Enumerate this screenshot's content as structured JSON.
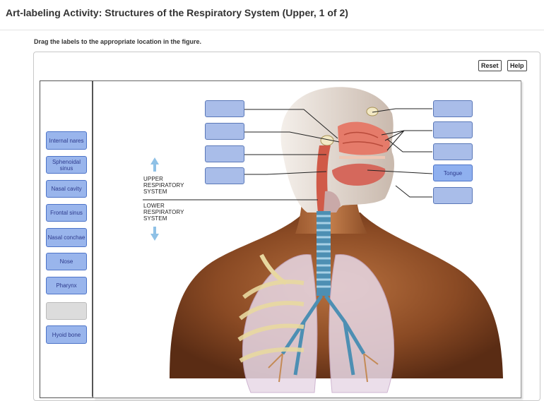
{
  "header": {
    "title": "Art-labeling Activity: Structures of the Respiratory System (Upper, 1 of 2)"
  },
  "instructions": "Drag the labels to the appropriate location in the figure.",
  "toolbar": {
    "reset_label": "Reset",
    "help_label": "Help"
  },
  "label_bank": [
    {
      "label": "Internal nares"
    },
    {
      "label": "Sphenoidal sinus"
    },
    {
      "label": "Nasal cavity"
    },
    {
      "label": "Frontal sinus"
    },
    {
      "label": "Nasal conchae"
    },
    {
      "label": "Nose"
    },
    {
      "label": "Pharynx"
    },
    {
      "label": ""
    },
    {
      "label": "Hyoid bone"
    }
  ],
  "figure": {
    "upper_region": "UPPER RESPIRATORY SYSTEM",
    "lower_region": "LOWER RESPIRATORY SYSTEM",
    "placed_label": "Tongue"
  },
  "colors": {
    "chip_fill": "#99b5ec",
    "chip_border": "#4d74c8",
    "arrow": "#8fc1e6"
  }
}
